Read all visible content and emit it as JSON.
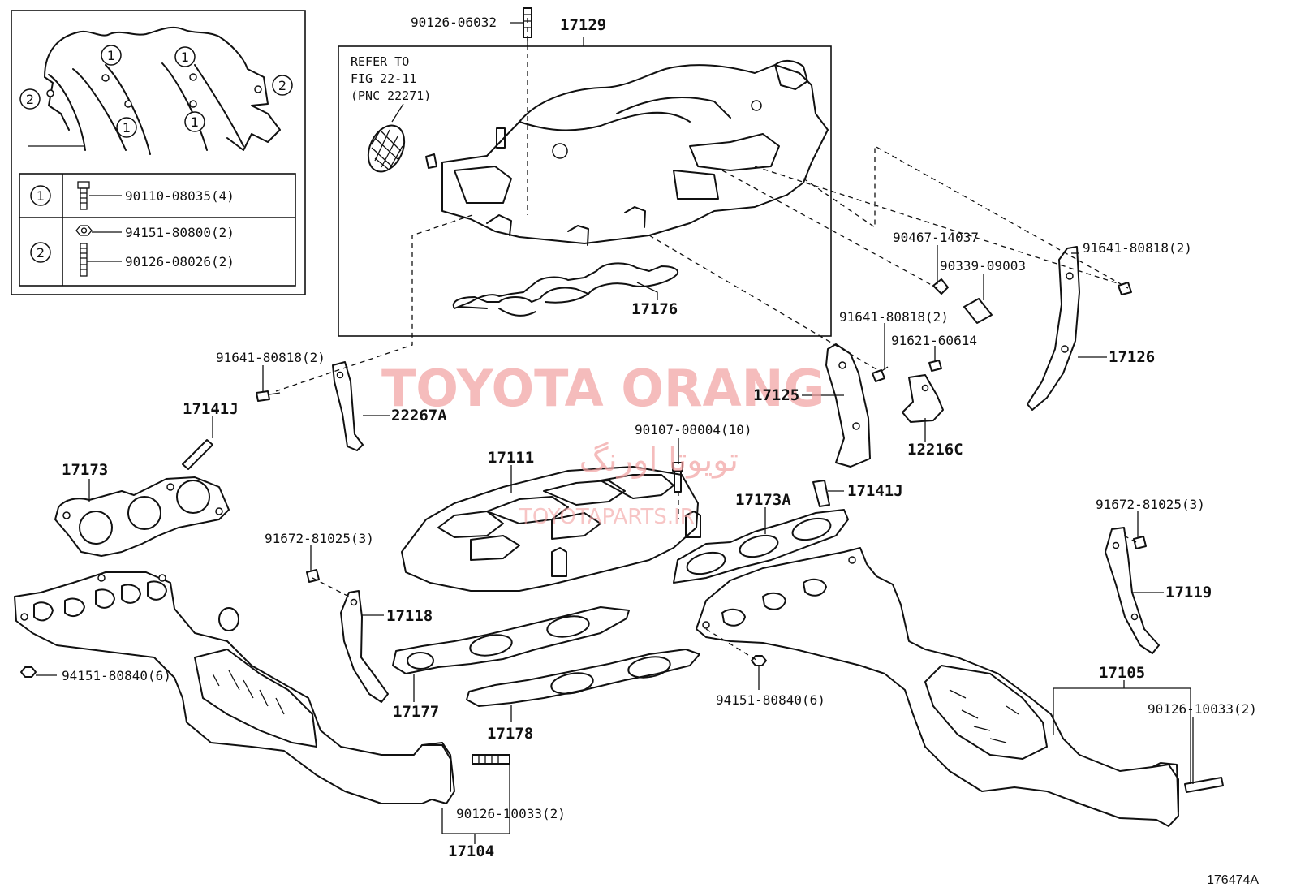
{
  "labels": {
    "p90126_06032": "90126-06032",
    "p17129": "17129",
    "refer_line1": "REFER TO",
    "refer_line2": "FIG 22-11",
    "refer_line3": "(PNC 22271)",
    "p17176": "17176",
    "p90467_14037": "90467-14037",
    "p90339_09003": "90339-09003",
    "p91641_80818_2_right": "91641-80818(2)",
    "p91641_80818_2_mid": "91641-80818(2)",
    "p91621_60614": "91621-60614",
    "p17126": "17126",
    "p17125": "17125",
    "p12216C": "12216C",
    "p91641_80818_2_left": "91641-80818(2)",
    "p22267A": "22267A",
    "p17141J_left": "17141J",
    "p17173": "17173",
    "p90107_08004": "90107-08004(10)",
    "p17111": "17111",
    "p17173A": "17173A",
    "p17141J_right": "17141J",
    "p91672_81025_left": "91672-81025(3)",
    "p91672_81025_right": "91672-81025(3)",
    "p17119": "17119",
    "p17118": "17118",
    "p94151_80840_left": "94151-80840(6)",
    "p94151_80840_mid": "94151-80840(6)",
    "p17177": "17177",
    "p17178": "17178",
    "p17105": "17105",
    "p90126_10033_right": "90126-10033(2)",
    "p90126_10033_left": "90126-10033(2)",
    "p17104": "17104",
    "figure_code": "176474A"
  },
  "legend": {
    "row1_num": "1",
    "row1_part": "90110-08035(4)",
    "row2_num": "2",
    "row2_part_a": "94151-80800(2)",
    "row2_part_b": "90126-08026(2)",
    "inset_c1": "1",
    "inset_c2": "2"
  },
  "watermark": {
    "main": "TOYOTA ORANG",
    "persian": "تویوتا اورنگ",
    "site": "TOYOTAPARTS.IR"
  }
}
